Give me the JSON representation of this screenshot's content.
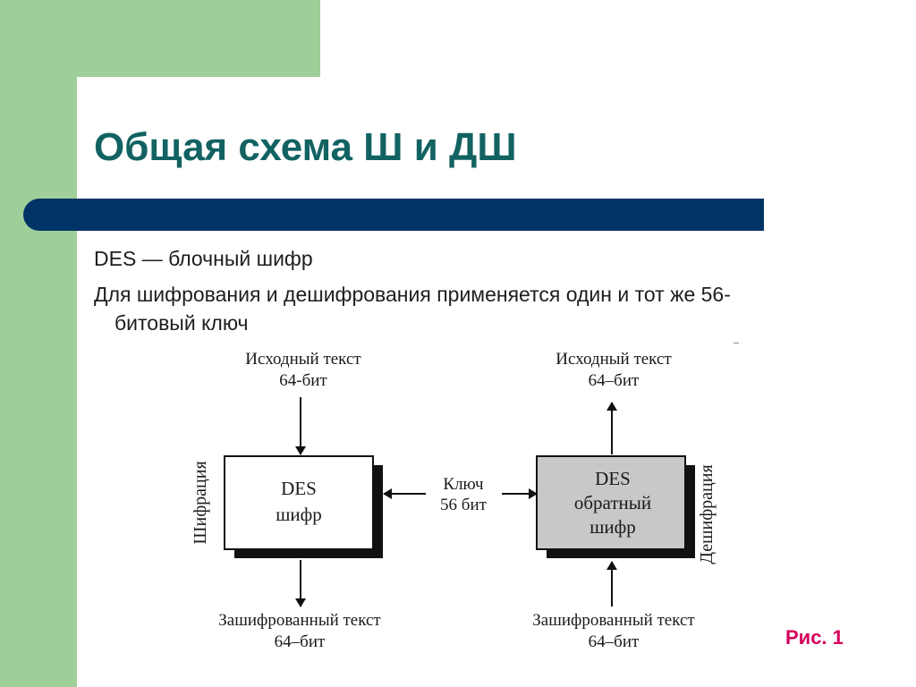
{
  "slide": {
    "title": "Общая схема Ш и ДШ",
    "bullet1": "DES — блочный шифр",
    "bullet2_line1": "Для шифрования и дешифрования применяется один и тот же 56-",
    "bullet2_line2": "битовый ключ",
    "figure_label": "Рис. 1"
  },
  "diagram": {
    "left": {
      "top_label_1": "Исходный текст",
      "top_label_2": "64-бит",
      "box_line1": "DES",
      "box_line2": "шифр",
      "side_label": "Шифрация",
      "bottom_label_1": "Зашифрованный текст",
      "bottom_label_2": "64–бит"
    },
    "key": {
      "line1": "Ключ",
      "line2": "56 бит"
    },
    "right": {
      "top_label_1": "Исходный текст",
      "top_label_2": "64–бит",
      "box_line1": "DES",
      "box_line2": "обратный",
      "box_line3": "шифр",
      "side_label": "Дешифрация",
      "bottom_label_1": "Зашифрованный текст",
      "bottom_label_2": "64–бит"
    }
  },
  "colors": {
    "green": "#9fcf98",
    "title": "#126262",
    "bar": "#003366",
    "figure_label": "#d6005c",
    "right_box_fill": "#c8c8c8"
  }
}
